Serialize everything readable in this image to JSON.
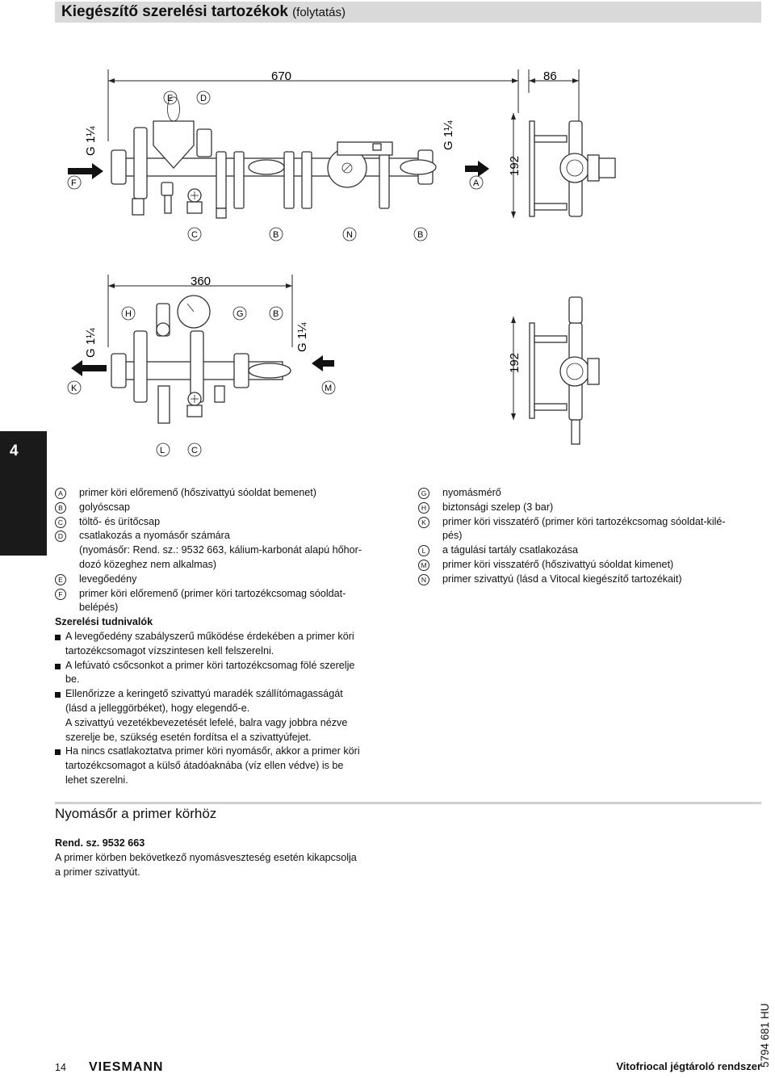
{
  "header": {
    "title": "Kiegészítő szerelési tartozékok",
    "subtitle": "(folytatás)"
  },
  "side_tab": "4",
  "drawing": {
    "dim_top_width": "670",
    "dim_top_side": "86",
    "dim_top_height": "192",
    "dim_bottom_width": "360",
    "dim_bottom_height": "192",
    "thread": "G 1¼",
    "letters": {
      "A": "A",
      "B": "B",
      "C": "C",
      "D": "D",
      "E": "E",
      "F": "F",
      "G": "G",
      "H": "H",
      "K": "K",
      "L": "L",
      "M": "M",
      "N": "N"
    }
  },
  "legend_left": [
    {
      "key": "A",
      "text": "primer köri előremenő (hőszivattyú sóoldat bemenet)"
    },
    {
      "key": "B",
      "text": "golyóscsap"
    },
    {
      "key": "C",
      "text": "töltő- és ürítőcsap"
    },
    {
      "key": "D",
      "text": "csatlakozás a nyomásőr számára",
      "cont": [
        "(nyomásőr: Rend. sz.: 9532 663, kálium-karbonát alapú hőhor-",
        "dozó közeghez nem alkalmas)"
      ]
    },
    {
      "key": "E",
      "text": "levegőedény"
    },
    {
      "key": "F",
      "text": "primer köri előremenő (primer köri tartozékcsomag sóoldat-",
      "cont": [
        "belépés)"
      ]
    }
  ],
  "notes": {
    "title": "Szerelési tudnivalók",
    "items": [
      {
        "lines": [
          "A levegőedény szabályszerű működése érdekében a primer köri",
          "tartozékcsomagot vízszintesen kell felszerelni."
        ]
      },
      {
        "lines": [
          "A lefúvató csőcsonkot a primer köri tartozékcsomag fölé szerelje",
          "be."
        ]
      },
      {
        "lines": [
          "Ellenőrizze a keringető szivattyú maradék szállítómagasságát",
          "(lásd a jelleggörbéket), hogy elegendő-e."
        ],
        "extra": [
          "A szivattyú vezetékbevezetését lefelé, balra vagy jobbra nézve",
          "szerelje be, szükség esetén fordítsa el a szivattyúfejet."
        ]
      },
      {
        "lines": [
          "Ha nincs csatlakoztatva primer köri nyomásőr, akkor a primer köri",
          "tartozékcsomagot a külső átadóaknába (víz ellen védve) is be",
          "lehet szerelni."
        ]
      }
    ]
  },
  "legend_right": [
    {
      "key": "G",
      "text": "nyomásmérő"
    },
    {
      "key": "H",
      "text": "biztonsági szelep (3 bar)"
    },
    {
      "key": "K",
      "text": "primer köri visszatérő (primer köri tartozékcsomag sóoldat-kilé-",
      "cont": [
        "pés)"
      ]
    },
    {
      "key": "L",
      "text": "a tágulási tartály csatlakozása"
    },
    {
      "key": "M",
      "text": "primer köri visszatérő (hőszivattyú sóoldat kimenet)"
    },
    {
      "key": "N",
      "text": "primer szivattyú (lásd a Vitocal kiegészítő tartozékait)"
    }
  ],
  "section": {
    "title": "Nyomásőr a primer körhöz",
    "order_label": "Rend. sz. 9532 663",
    "body": [
      "A primer körben bekövetkező nyomásveszteség esetén kikapcsolja",
      "a primer szivattyút."
    ]
  },
  "footer": {
    "page": "14",
    "brand": "VIESMANN",
    "title": "Vitofriocal jégtároló rendszer",
    "doc_id": "5794 681 HU"
  }
}
